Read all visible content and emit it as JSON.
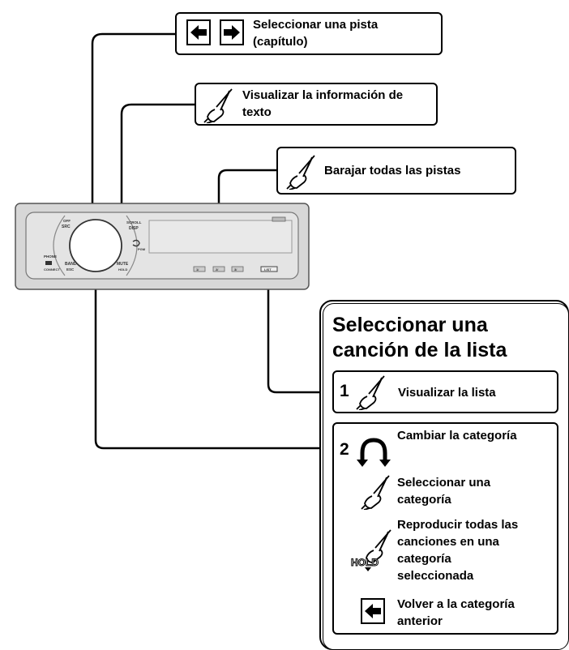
{
  "callouts": {
    "select_track": "Seleccionar una pista (capítulo)",
    "show_text": "Visualizar la información de texto",
    "shuffle": "Barajar todas las pistas"
  },
  "device": {
    "label_off": "OFF",
    "label_src": "SRC",
    "label_scroll": "SCROLL",
    "label_disp": "DISP",
    "label_phone": "PHONE",
    "label_connect": "CONNECT",
    "label_band": "BAND",
    "label_esc": "ESC",
    "label_mute": "MUTE",
    "label_hold": "HOLD",
    "label_pgm": "PGM",
    "btn1": "1/",
    "btn2": "2/",
    "btn3": "3/",
    "btn_list": "LIST"
  },
  "panel": {
    "title": "Seleccionar una canción de la lista",
    "step1_num": "1",
    "step1_text": "Visualizar la lista",
    "step2_num": "2",
    "change_category": "Cambiar la categoría",
    "select_category": "Seleccionar una categoría",
    "play_all": "Reproducir todas las canciones en una categoría seleccionada",
    "hold_label": "HOLD",
    "back": "Volver a la categoría anterior"
  },
  "icons": [
    "left-arrow-icon",
    "right-arrow-icon",
    "hand-press-icon",
    "rotate-knob-icon",
    "hold-badge-icon"
  ]
}
